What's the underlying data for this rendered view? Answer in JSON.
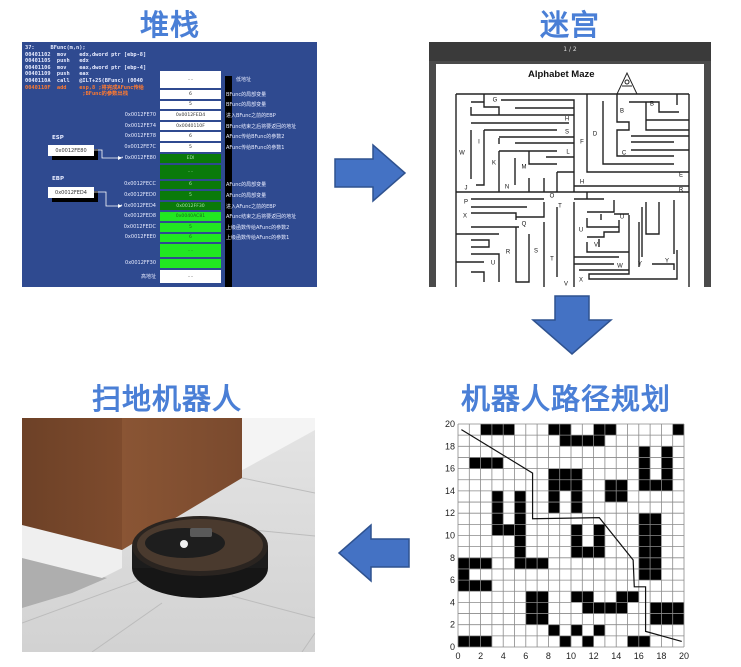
{
  "titles": {
    "stack": "堆栈",
    "maze": "迷宫",
    "robot": "扫地机器人",
    "path_planning": "机器人路径规划"
  },
  "stack_panel": {
    "code_lines": [
      "37:     BFunc(m,n);",
      "00401102  mov    edx,dword ptr [ebp-8]",
      "00401105  push   edx",
      "00401106  mov    eax,dword ptr [ebp-4]",
      "00401109  push   eax",
      "0040110A  call   @ILT+25(BFunc) (0040"
    ],
    "code_highlight": [
      "0040110F  add    esp,8 ;将完成AFunc传给",
      "                  ;BFunc的参数出栈"
    ],
    "esp_label": "ESP",
    "esp_value": "0x0012FE80",
    "ebp_label": "EBP",
    "ebp_value": "0x0012FED4",
    "rows": [
      {
        "value": "....",
        "addr": "",
        "note": "低地址",
        "kind": "white"
      },
      {
        "value": "6",
        "addr": "",
        "note": "BFunc的局部变量",
        "kind": "white"
      },
      {
        "value": "5",
        "addr": "",
        "note": "BFunc的局部变量",
        "kind": "white"
      },
      {
        "value": "0x0012FED4",
        "addr": "0x0012FE70",
        "note": "进入BFunc之前的EBP",
        "kind": "white"
      },
      {
        "value": "0x0040110F",
        "addr": "0x0012FE74",
        "note": "BFunc结束之后将要返回的地址",
        "kind": "white"
      },
      {
        "value": "6",
        "addr": "0x0012FE78",
        "note": "AFunc传给BFunc的参数2",
        "kind": "white"
      },
      {
        "value": "5",
        "addr": "0x0012FE7C",
        "note": "AFunc传给BFunc的参数1",
        "kind": "white"
      },
      {
        "value": "EDI",
        "addr": "0x0012FE80",
        "note": "",
        "kind": "dark"
      },
      {
        "value": "....",
        "addr": "",
        "note": "",
        "kind": "dark"
      },
      {
        "value": "6",
        "addr": "0x0012FECC",
        "note": "AFunc的局部变量",
        "kind": "dark"
      },
      {
        "value": "5",
        "addr": "0x0012FED0",
        "note": "AFunc的局部变量",
        "kind": "dark"
      },
      {
        "value": "0x0012FF30",
        "addr": "0x0012FED4",
        "note": "进入AFunc之前的EBP",
        "kind": "dark"
      },
      {
        "value": "0x0040AC81",
        "addr": "0x0012FED8",
        "note": "AFunc结束之后将要返回的地址",
        "kind": "bright"
      },
      {
        "value": "5",
        "addr": "0x0012FEDC",
        "note": "上级函数传给AFunc的参数2",
        "kind": "bright"
      },
      {
        "value": "6",
        "addr": "0x0012FEE0",
        "note": "上级函数传给AFunc的参数1",
        "kind": "bright"
      },
      {
        "value": "....",
        "addr": "",
        "note": "",
        "kind": "bright"
      },
      {
        "value": "",
        "addr": "0x0012FF30",
        "note": "",
        "kind": "bright"
      },
      {
        "value": "....",
        "addr": "高地址",
        "note": "",
        "kind": "white"
      }
    ],
    "colors": {
      "white": "#ffffff",
      "dark": "#0a7a0a",
      "bright": "#22e622"
    }
  },
  "maze_panel": {
    "page_indicator": "1 / 2",
    "title": "Alphabet Maze",
    "letters": [
      "G",
      "H",
      "S",
      "I",
      "W",
      "F",
      "D",
      "B",
      "B",
      "C",
      "L",
      "K",
      "M",
      "E",
      "H",
      "R",
      "J",
      "N",
      "O",
      "P",
      "T",
      "X",
      "Q",
      "U",
      "U",
      "V",
      "R",
      "S",
      "T",
      "U",
      "W",
      "Y",
      "Y",
      "X",
      "V"
    ]
  },
  "chart_data": {
    "type": "heatmap",
    "title": "",
    "xlabel": "",
    "ylabel": "",
    "xlim": [
      0,
      20
    ],
    "ylim": [
      0,
      20
    ],
    "xticks": [
      0,
      2,
      4,
      6,
      8,
      10,
      12,
      14,
      16,
      18,
      20
    ],
    "yticks": [
      0,
      2,
      4,
      6,
      8,
      10,
      12,
      14,
      16,
      18,
      20
    ],
    "grid": true,
    "obstacles": [
      [
        2,
        19
      ],
      [
        3,
        19
      ],
      [
        4,
        19
      ],
      [
        8,
        19
      ],
      [
        9,
        19
      ],
      [
        12,
        19
      ],
      [
        13,
        19
      ],
      [
        19,
        19
      ],
      [
        9,
        18
      ],
      [
        10,
        18
      ],
      [
        11,
        18
      ],
      [
        12,
        18
      ],
      [
        16,
        17
      ],
      [
        18,
        17
      ],
      [
        1,
        16
      ],
      [
        2,
        16
      ],
      [
        3,
        16
      ],
      [
        16,
        16
      ],
      [
        18,
        16
      ],
      [
        8,
        15
      ],
      [
        9,
        15
      ],
      [
        10,
        15
      ],
      [
        16,
        15
      ],
      [
        18,
        15
      ],
      [
        8,
        14
      ],
      [
        9,
        14
      ],
      [
        10,
        14
      ],
      [
        13,
        14
      ],
      [
        14,
        14
      ],
      [
        16,
        14
      ],
      [
        17,
        14
      ],
      [
        18,
        14
      ],
      [
        3,
        13
      ],
      [
        5,
        13
      ],
      [
        8,
        13
      ],
      [
        10,
        13
      ],
      [
        13,
        13
      ],
      [
        14,
        13
      ],
      [
        3,
        12
      ],
      [
        5,
        12
      ],
      [
        8,
        12
      ],
      [
        10,
        12
      ],
      [
        3,
        11
      ],
      [
        5,
        11
      ],
      [
        16,
        11
      ],
      [
        17,
        11
      ],
      [
        3,
        10
      ],
      [
        4,
        10
      ],
      [
        5,
        10
      ],
      [
        10,
        10
      ],
      [
        12,
        10
      ],
      [
        16,
        10
      ],
      [
        17,
        10
      ],
      [
        5,
        9
      ],
      [
        10,
        9
      ],
      [
        12,
        9
      ],
      [
        16,
        9
      ],
      [
        17,
        9
      ],
      [
        5,
        8
      ],
      [
        10,
        8
      ],
      [
        11,
        8
      ],
      [
        12,
        8
      ],
      [
        16,
        8
      ],
      [
        17,
        8
      ],
      [
        0,
        7
      ],
      [
        1,
        7
      ],
      [
        2,
        7
      ],
      [
        5,
        7
      ],
      [
        6,
        7
      ],
      [
        7,
        7
      ],
      [
        16,
        7
      ],
      [
        17,
        7
      ],
      [
        0,
        6
      ],
      [
        16,
        6
      ],
      [
        17,
        6
      ],
      [
        0,
        5
      ],
      [
        1,
        5
      ],
      [
        2,
        5
      ],
      [
        6,
        4
      ],
      [
        7,
        4
      ],
      [
        10,
        4
      ],
      [
        11,
        4
      ],
      [
        14,
        4
      ],
      [
        15,
        4
      ],
      [
        6,
        3
      ],
      [
        7,
        3
      ],
      [
        11,
        3
      ],
      [
        12,
        3
      ],
      [
        13,
        3
      ],
      [
        14,
        3
      ],
      [
        17,
        3
      ],
      [
        18,
        3
      ],
      [
        19,
        3
      ],
      [
        6,
        2
      ],
      [
        7,
        2
      ],
      [
        17,
        2
      ],
      [
        18,
        2
      ],
      [
        19,
        2
      ],
      [
        8,
        1
      ],
      [
        10,
        1
      ],
      [
        12,
        1
      ],
      [
        0,
        0
      ],
      [
        1,
        0
      ],
      [
        2,
        0
      ],
      [
        9,
        0
      ],
      [
        11,
        0
      ],
      [
        15,
        0
      ],
      [
        16,
        0
      ]
    ],
    "series": [
      {
        "name": "path",
        "x": [
          0.3,
          6.6,
          6.6,
          12.5,
          15.5,
          15.6,
          16.6,
          16.6,
          19.8
        ],
        "y": [
          19.5,
          15.6,
          11.5,
          11.6,
          7.8,
          5.4,
          5.4,
          1.4,
          0.5
        ]
      }
    ]
  }
}
